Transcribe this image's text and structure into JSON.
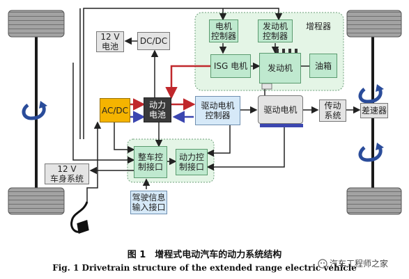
{
  "nodes": {
    "battery12v_top": "12 V\n电池",
    "dcdc": "DC/DC",
    "motor_ctrl": "电机\n控制器",
    "engine_ctrl": "发动机\n控制器",
    "range_extender": "增程器",
    "isg": "ISG 电机",
    "engine": "发动机",
    "fuel_tank": "油箱",
    "acdc": "AC/DC",
    "power_battery": "动力\n电池",
    "drive_motor_ctrl": "驱动电机\n控制器",
    "drive_motor": "驱动电机",
    "transmission": "传动\n系统",
    "differential": "差速器",
    "vehicle_ctrl_if": "整车控\n制接口",
    "power_ctrl_if": "动力控\n制接口",
    "battery12v_body": "12 V\n车身系统",
    "driver_info_if": "驾驶信息\n输入接口"
  },
  "caption": {
    "cn": "图 1　增程式电动汽车的动力系统结构",
    "en": "Fig. 1    Drivetrain structure of the extended range electric vehicle"
  },
  "watermark": "汽车工程师之家",
  "colors": {
    "red_arrow": "#c0282c",
    "blue_arrow": "#3b46b0",
    "acdc_fill": "#f5b400",
    "battery_fill": "#3a3a3a",
    "green_fill": "#bfe9cf",
    "green_region": "#e4f5e6",
    "wheel_fill": "#9a9a9a",
    "axle_color": "#1a1a1a"
  }
}
